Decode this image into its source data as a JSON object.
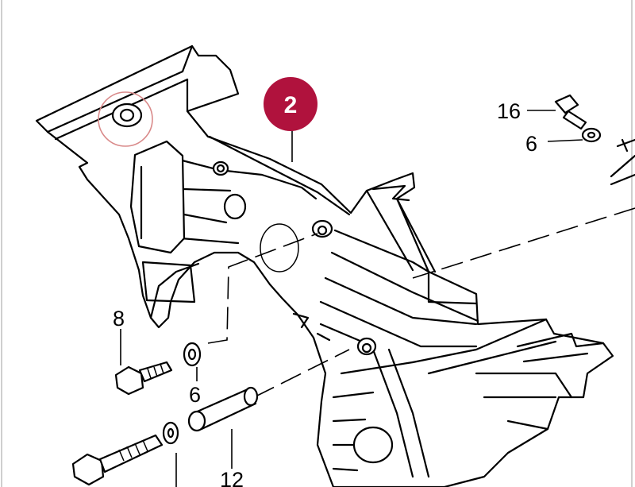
{
  "callout": {
    "label": "2",
    "color": "#b0123d"
  },
  "highlight_color": "#d98a8a",
  "parts": {
    "p16": "16",
    "p6a": "6",
    "p8": "8",
    "p6b": "6",
    "p12": "12"
  }
}
